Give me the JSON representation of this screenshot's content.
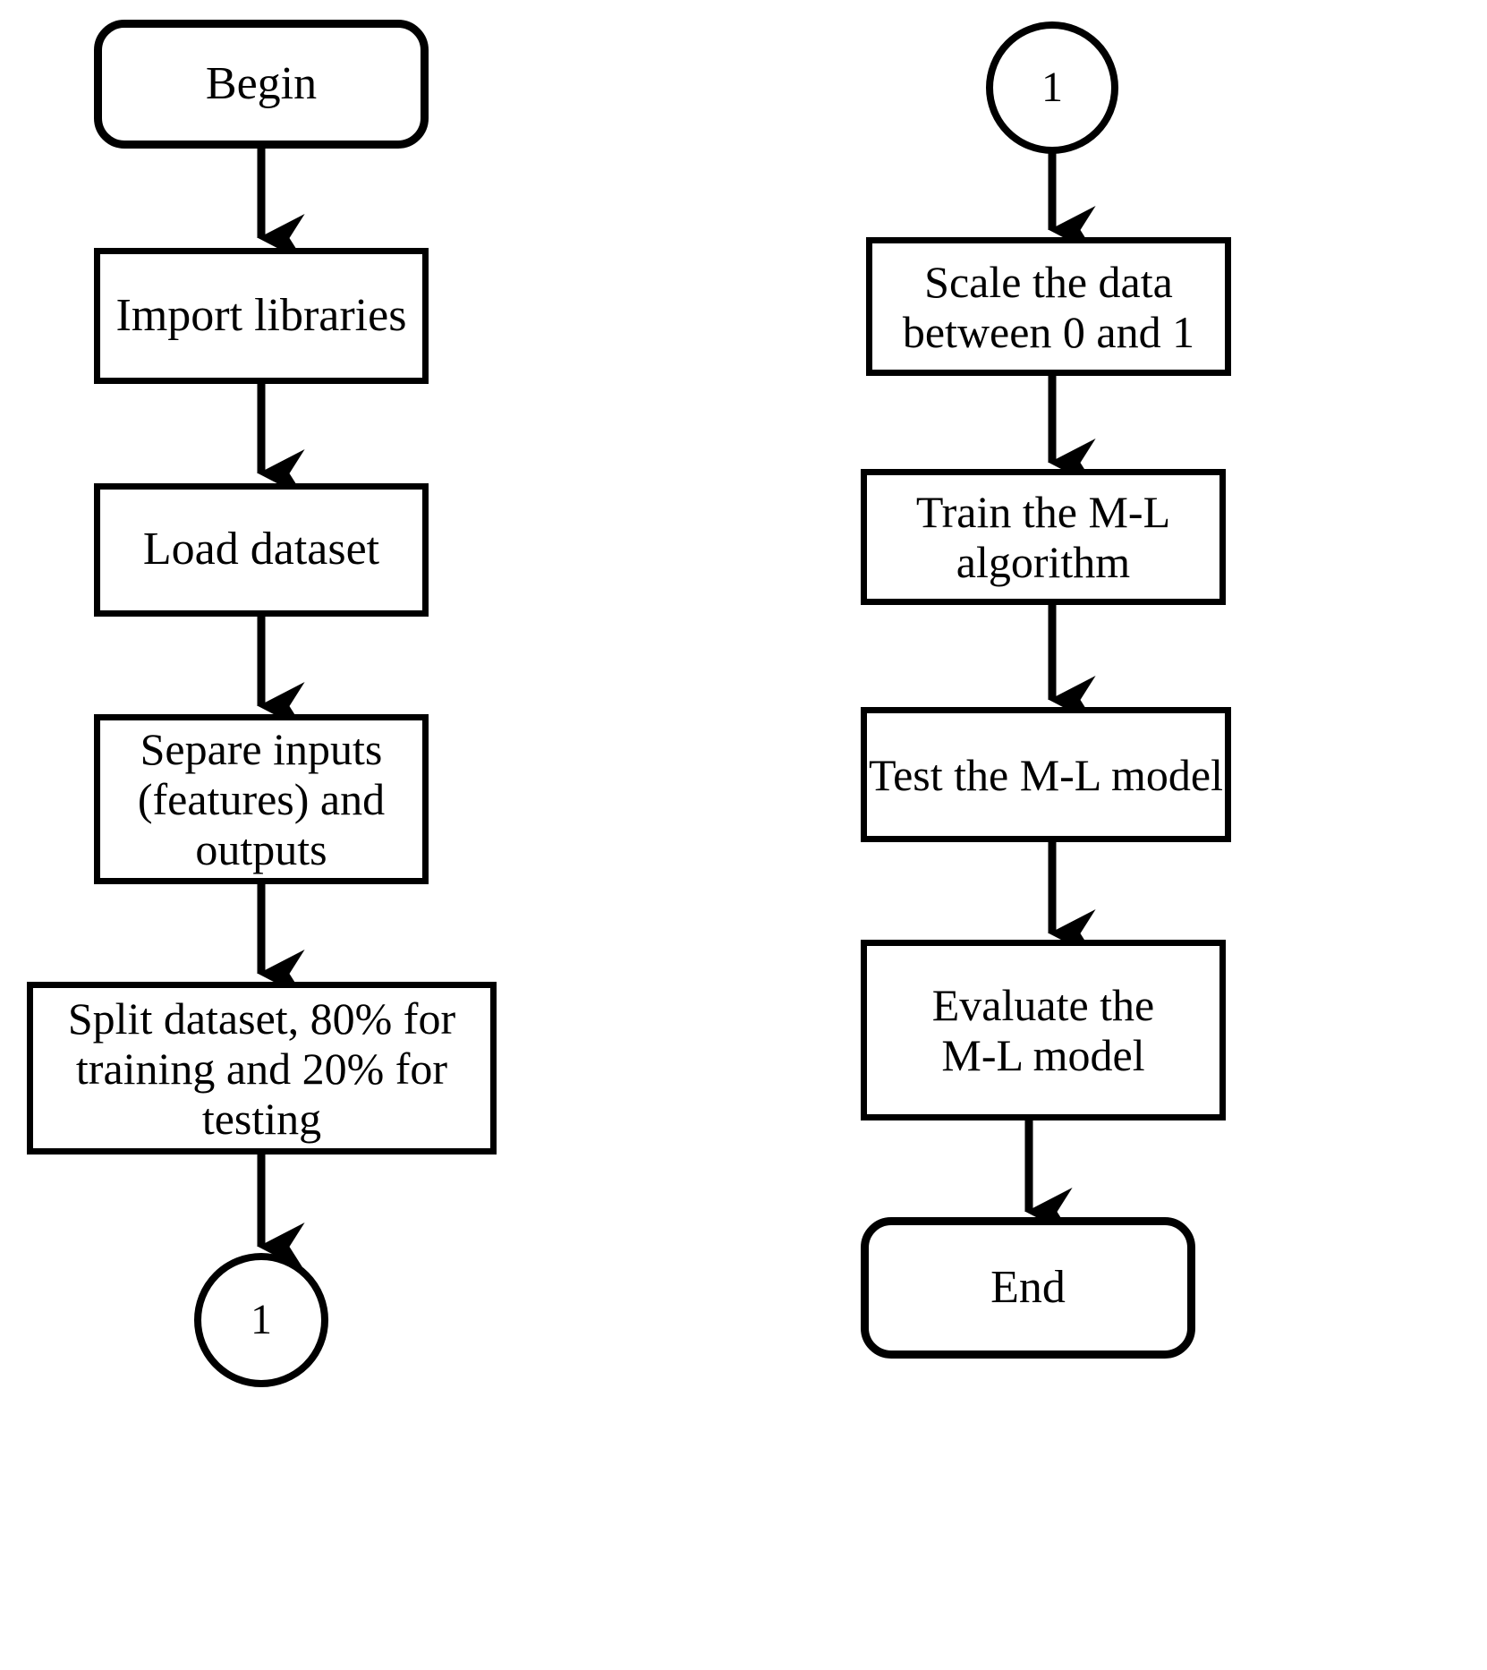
{
  "diagram": {
    "title": "Machine Learning Workflow Flowchart",
    "stroke_color": "#000000",
    "fill_color": "#ffffff",
    "background": "#ffffff",
    "columns": 2
  },
  "left_column": {
    "nodes": [
      {
        "id": "begin",
        "shape": "terminator",
        "text": "Begin"
      },
      {
        "id": "import",
        "shape": "process",
        "text": "Import libraries"
      },
      {
        "id": "load",
        "shape": "process",
        "text": "Load dataset"
      },
      {
        "id": "separe",
        "shape": "process",
        "text": "Separe inputs\n(features) and\noutputs"
      },
      {
        "id": "split",
        "shape": "process",
        "text": "Split dataset, 80% for\ntraining and 20% for testing"
      },
      {
        "id": "connector_out",
        "shape": "connector",
        "text": "1"
      }
    ]
  },
  "right_column": {
    "nodes": [
      {
        "id": "connector_in",
        "shape": "connector",
        "text": "1"
      },
      {
        "id": "scale",
        "shape": "process",
        "text": "Scale the data\nbetween 0 and 1"
      },
      {
        "id": "train",
        "shape": "process",
        "text": "Train the M-L\nalgorithm"
      },
      {
        "id": "test",
        "shape": "process",
        "text": "Test the M-L model"
      },
      {
        "id": "evaluate",
        "shape": "process",
        "text": "Evaluate the\nM-L model"
      },
      {
        "id": "end",
        "shape": "terminator",
        "text": "End"
      }
    ]
  },
  "edges": [
    {
      "from": "begin",
      "to": "import",
      "arrow": "down"
    },
    {
      "from": "import",
      "to": "load",
      "arrow": "down"
    },
    {
      "from": "load",
      "to": "separe",
      "arrow": "down"
    },
    {
      "from": "separe",
      "to": "split",
      "arrow": "down"
    },
    {
      "from": "split",
      "to": "connector_out",
      "arrow": "down"
    },
    {
      "from": "connector_in",
      "to": "scale",
      "arrow": "down"
    },
    {
      "from": "scale",
      "to": "train",
      "arrow": "down"
    },
    {
      "from": "train",
      "to": "test",
      "arrow": "down"
    },
    {
      "from": "test",
      "to": "evaluate",
      "arrow": "down"
    },
    {
      "from": "evaluate",
      "to": "end",
      "arrow": "down"
    }
  ]
}
